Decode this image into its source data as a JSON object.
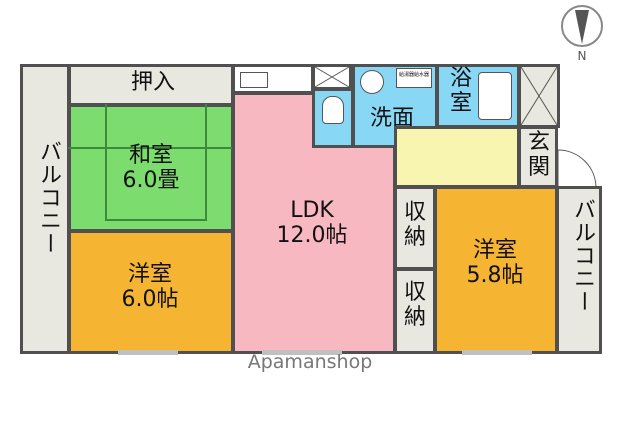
{
  "rooms": {
    "balcony_left": "バルコニー",
    "oshiire": "押入",
    "washitsu": "和室\n6.0畳",
    "yoshitsu_left": "洋室\n6.0帖",
    "ldk": "LDK\n12.0帖",
    "senmen": "洗面",
    "yokushitsu": "浴\n室",
    "genkan": "玄\n関",
    "shuno_upper": "収\n納",
    "shuno_lower": "収\n納",
    "yoshitsu_right": "洋室\n5.8帖",
    "balcony_right": "バルコニー"
  },
  "compass": {
    "north": "N"
  },
  "watermark": "Apamanshop",
  "fixture_note": "給湯器給水器"
}
